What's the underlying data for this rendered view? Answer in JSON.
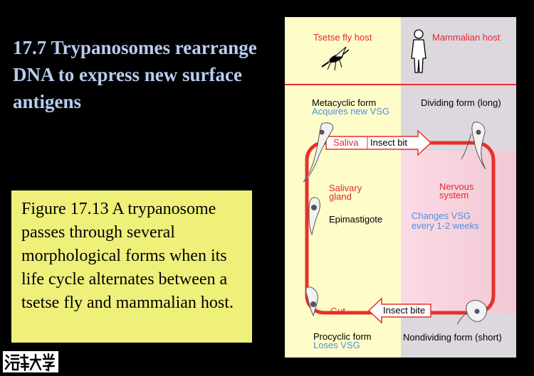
{
  "slide": {
    "title": "17.7 Trypanosomes rearrange DNA to express new surface antigens",
    "caption": "Figure 17.13 A trypanosome passes through several morphological forms when its life cycle alternates between a tsetse fly and mammalian host.",
    "logo": "清華大學"
  },
  "figure": {
    "hosts": {
      "fly": "Tsetse fly host",
      "mammal": "Mammalian host"
    },
    "forms": {
      "metacyclic": "Metacyclic form",
      "metacyclic_note": "Acquires new VSG",
      "dividing_long": "Dividing form (long)",
      "procyclic": "Procyclic form",
      "procyclic_note": "Loses VSG",
      "nondividing_short": "Nondividing form (short)",
      "epimastigote": "Epimastigote"
    },
    "sites": {
      "saliva": "Saliva",
      "insect_bite_top": "Insect bit",
      "salivary_gland_1": "Salivary",
      "salivary_gland_2": "gland",
      "nervous_system_1": "Nervous",
      "nervous_system_2": "system",
      "gut": "Gut",
      "insect_bite_bottom": "Insect bite"
    },
    "notes": {
      "changes_vsg_1": "Changes VSG",
      "changes_vsg_2": "every 1-2 weeks"
    },
    "colors": {
      "fly_bg": "#fefcc9",
      "mammal_bg": "#f7d3de",
      "mammal_header_bg": "#d8d5dc",
      "cycle": "#e8302b",
      "blue_text": "#4f8fe0",
      "red_text": "#e5272c"
    }
  }
}
